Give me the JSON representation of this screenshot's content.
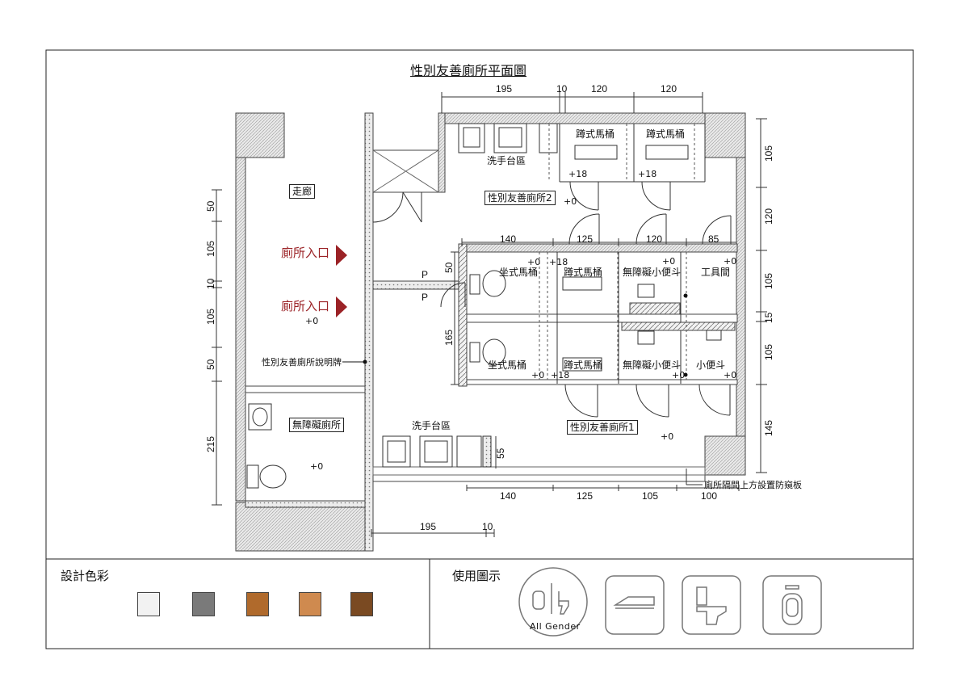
{
  "drawing": {
    "title": "性別友善廁所平面圖"
  },
  "rooms": {
    "corridor": "走廊",
    "entrance1": "廁所入口",
    "entrance2": "廁所入口",
    "sign": "性別友善廁所說明牌",
    "accessible_toilet": "無障礙廁所",
    "sink_area_top": "洗手台區",
    "sink_area_bottom": "洗手台區",
    "gf_toilet_2": "性別友善廁所2",
    "gf_toilet_1": "性別友善廁所1",
    "squat_top_1": "蹲式馬桶",
    "squat_top_2": "蹲式馬桶",
    "row1_sit": "坐式馬桶",
    "row1_squat": "蹲式馬桶",
    "row1_urinal_acc": "無障礙小便斗",
    "row1_tool": "工具間",
    "row2_sit": "坐式馬桶",
    "row2_squat": "蹲式馬桶",
    "row2_urinal_acc": "無障礙小便斗",
    "row2_urinal": "小便斗",
    "partition_note": "廁所隔間上方設置防窺板"
  },
  "levels": {
    "l_corr": "+0",
    "l_acc": "+0",
    "l_gf2": "+0",
    "l_gf1": "+0",
    "l_top1": "+18",
    "l_top2": "+18",
    "l_r1a": "+0",
    "l_r1b": "+18",
    "l_r1c": "+0",
    "l_r1d": "+0",
    "l_r2a": "+0",
    "l_r2b": "+18",
    "l_r2c": "+0",
    "l_r2d": "+0"
  },
  "dims": {
    "top": [
      "195",
      "10",
      "120",
      "120"
    ],
    "mid": [
      "140",
      "125",
      "120",
      "85"
    ],
    "bottom": [
      "140",
      "125",
      "105",
      "100"
    ],
    "base": [
      "195",
      "10"
    ],
    "left": [
      "50",
      "105",
      "10",
      "105",
      "50",
      "215"
    ],
    "right": [
      "105",
      "120",
      "105",
      "15",
      "105",
      "145"
    ],
    "inner_left": [
      "50",
      "165"
    ],
    "inner_sink": "55",
    "p1": "P",
    "p2": "P"
  },
  "legend": {
    "colors_title": "設計色彩",
    "usage_title": "使用圖示",
    "all_gender_label": "All Gender",
    "swatches": [
      "#f2f2f2",
      "#7a7a7a",
      "#b06a2c",
      "#cf8a4f",
      "#7a4a22"
    ],
    "icons": [
      "all-gender-icon",
      "urinal-trough-icon",
      "toilet-icon",
      "urinal-icon"
    ]
  }
}
